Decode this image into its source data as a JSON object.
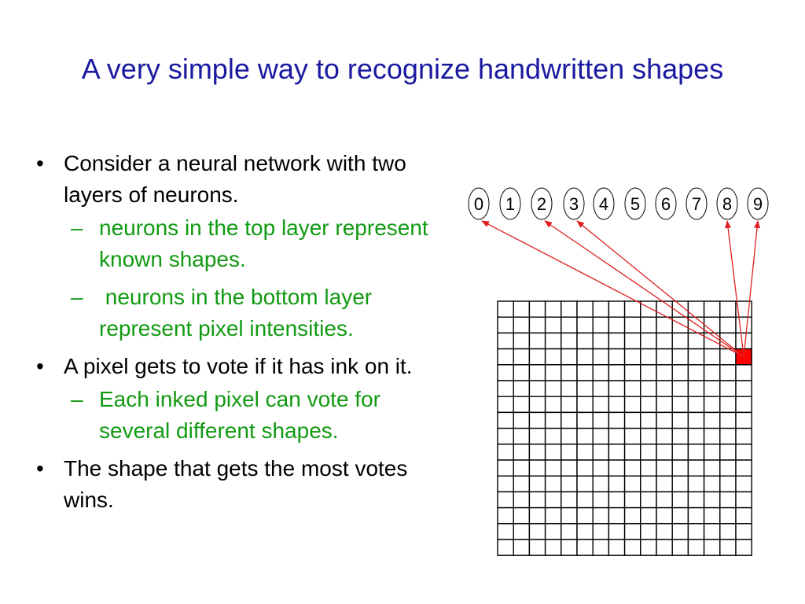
{
  "title": "A very simple way to recognize handwritten shapes",
  "colors": {
    "title": "#1a1aa0",
    "body": "#000000",
    "sub": "#119a11",
    "arrow": "#e02020",
    "pixel": "#ff0000"
  },
  "bullets": [
    {
      "marker": "•",
      "text": "Consider a neural network with two layers of neurons.",
      "sub": [
        {
          "marker": "–",
          "text": "neurons in the top layer represent known shapes."
        },
        {
          "marker": "–",
          "text": " neurons in the bottom layer represent pixel intensities."
        }
      ]
    },
    {
      "marker": "•",
      "text": "A pixel gets to vote if it has ink on it.",
      "sub": [
        {
          "marker": "–",
          "text": "Each inked pixel can vote for several different shapes."
        }
      ]
    },
    {
      "marker": "•",
      "text": "The shape that gets the most votes wins.",
      "sub": []
    }
  ],
  "diagram": {
    "output_labels": [
      "0",
      "1",
      "2",
      "3",
      "4",
      "5",
      "6",
      "7",
      "8",
      "9"
    ],
    "grid_size": 16,
    "inked_pixel": {
      "row": 3,
      "col": 15
    },
    "arrow_targets": [
      "0",
      "2",
      "3",
      "8",
      "9"
    ]
  }
}
